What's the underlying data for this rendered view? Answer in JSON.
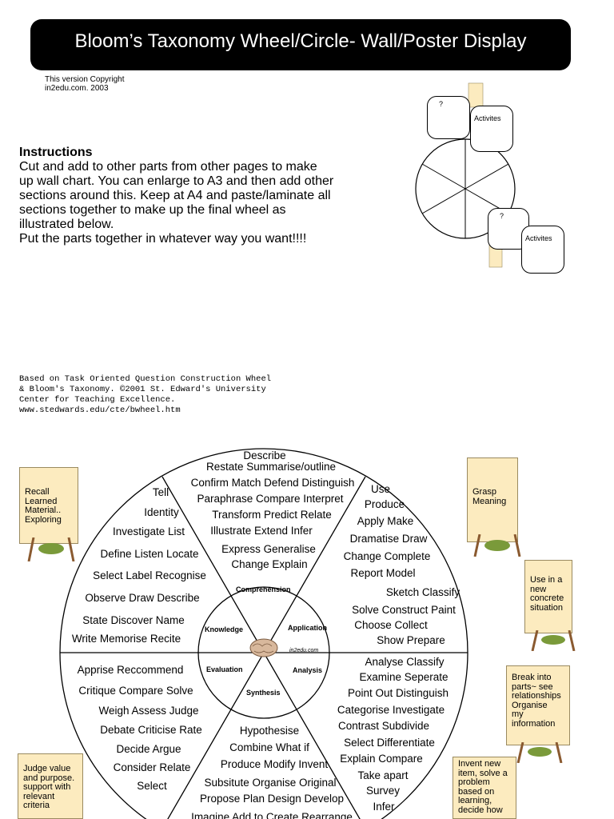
{
  "header": {
    "title": "Bloom’s Taxonomy Wheel/Circle- Wall/Poster Display"
  },
  "copyright": {
    "line1": "This version Copyright",
    "line2": "in2edu.com. 2003"
  },
  "instructions": {
    "heading": "Instructions",
    "lines": [
      "Cut and add to other parts from other pages to make",
      "up wall chart. You can enlarge to A3 and then add other",
      "sections around this. Keep at A4 and paste/laminate all",
      "sections together to make up the final wheel as",
      "illustrated below.",
      "Put the parts together in whatever way you want!!!!"
    ]
  },
  "credit": {
    "lines": [
      "Based on Task Oriented Question Construction Wheel",
      "& Bloom's Taxonomy. ©2001 St. Edward's University",
      "Center for Teaching Excellence.",
      "www.stedwards.edu/cte/bwheel.htm"
    ]
  },
  "mini_diagram": {
    "question": "?",
    "activities": "Activites"
  },
  "wheel": {
    "center_label": "in2edu.com",
    "levels": {
      "comprehension": "Comprehension",
      "knowledge": "Knowledge",
      "application": "Application",
      "evaluation": "Evaluation",
      "analysis": "Analysis",
      "synthesis": "Synthesis"
    },
    "comprehension_words": [
      "Describe",
      "Restate Summarise/outline",
      "Confirm Match Defend Distinguish",
      "Paraphrase Compare Interpret",
      "Transform Predict Relate",
      "Illustrate Extend Infer",
      "Express Generalise",
      "Change Explain"
    ],
    "knowledge_words": [
      "Tell",
      "Identity",
      "Investigate List",
      "Define Listen Locate",
      "Select Label Recognise",
      "Observe Draw Describe",
      "State Discover Name",
      "Write Memorise Recite"
    ],
    "application_words": [
      "Use",
      "Produce",
      "Apply Make",
      "Dramatise Draw",
      "Change Complete",
      "Report Model",
      "Sketch Classify",
      "Solve Construct Paint",
      "Choose Collect",
      "Show Prepare"
    ],
    "evaluation_words": [
      "Apprise Reccommend",
      "Critique Compare Solve",
      "Weigh Assess Judge",
      "Debate Criticise Rate",
      "Decide Argue",
      "Consider Relate",
      "Select"
    ],
    "analysis_words": [
      "Analyse Classify",
      "Examine Seperate",
      "Point Out Distinguish",
      "Categorise Investigate",
      "Contrast Subdivide",
      "Select Differentiate",
      "Explain Compare",
      "Take apart",
      "Survey",
      "Infer"
    ],
    "synthesis_words": [
      "Hypothesise",
      "Combine What if",
      "Produce Modify Invent",
      "Subsitute Organise Original",
      "Propose Plan Design Develop",
      "Imagine Add to Create Rearrange"
    ]
  },
  "cards": {
    "recall": [
      "Recall",
      "Learned",
      "Material..",
      "Exploring"
    ],
    "grasp": [
      "Grasp",
      "Meaning"
    ],
    "use": [
      "Use in a",
      "new",
      "concrete",
      "situation"
    ],
    "break": [
      "Break into",
      "parts~ see",
      "relationships",
      "Organise",
      "my",
      "information"
    ],
    "judge": [
      "Judge value",
      "and purpose.",
      "support with",
      "relevant",
      "criteria"
    ],
    "invent": [
      "Invent new",
      "item, solve a",
      "problem",
      "based on",
      "learning,",
      "decide how"
    ]
  },
  "colors": {
    "card_bg": "#fcebbf",
    "banner_bg": "#000000",
    "banner_text": "#ffffff",
    "easel": "#7a9a3a"
  }
}
